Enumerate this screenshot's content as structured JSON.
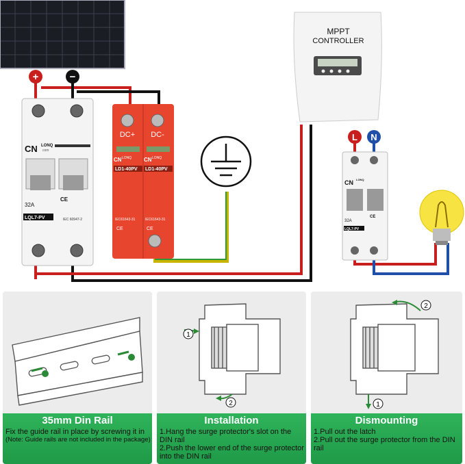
{
  "diagram": {
    "controller": {
      "line1": "MPPT",
      "line2": "CONTROLLER"
    },
    "panel_positive": "+",
    "panel_negative": "−",
    "breaker_left": {
      "brand": "CN",
      "brand_small": "LONQ",
      "brand_sub": "com",
      "rating": "32A",
      "model": "LQL7-PV",
      "ce": "CE",
      "standard": "IEC 60947-2"
    },
    "spd": {
      "label_left": "DC+",
      "label_right": "DC-",
      "brand": "CN",
      "brand_small": "LONQ",
      "model": "LD1-40PV",
      "standard": "IEC61643-31",
      "ce": "CE"
    },
    "breaker_right": {
      "brand": "CN",
      "brand_small": "LONQ",
      "rating": "32A",
      "model": "LQL7-PV",
      "ce": "CE"
    },
    "line_L": "L",
    "line_N": "N",
    "colors": {
      "red": "#c81e1e",
      "blue": "#1f4fa8",
      "green": "#2fb35a",
      "spd": "#e8452e"
    }
  },
  "panels": [
    {
      "title": "35mm Din Rail",
      "desc": "Fix the guide rail in place by screwing it in",
      "note": "(Note: Guide rails are not included in the package)"
    },
    {
      "title": "Installation",
      "step1": "1.Hang the surge protector's slot on the DIN rail",
      "step2": "2.Push the lower end of the surge protector into the DIN rail",
      "badge1": "1",
      "badge2": "2"
    },
    {
      "title": "Dismounting",
      "step1": "1.Pull out the latch",
      "step2": "2.Pull out the surge protector from the DIN rail",
      "badge1": "1",
      "badge2": "2"
    }
  ]
}
